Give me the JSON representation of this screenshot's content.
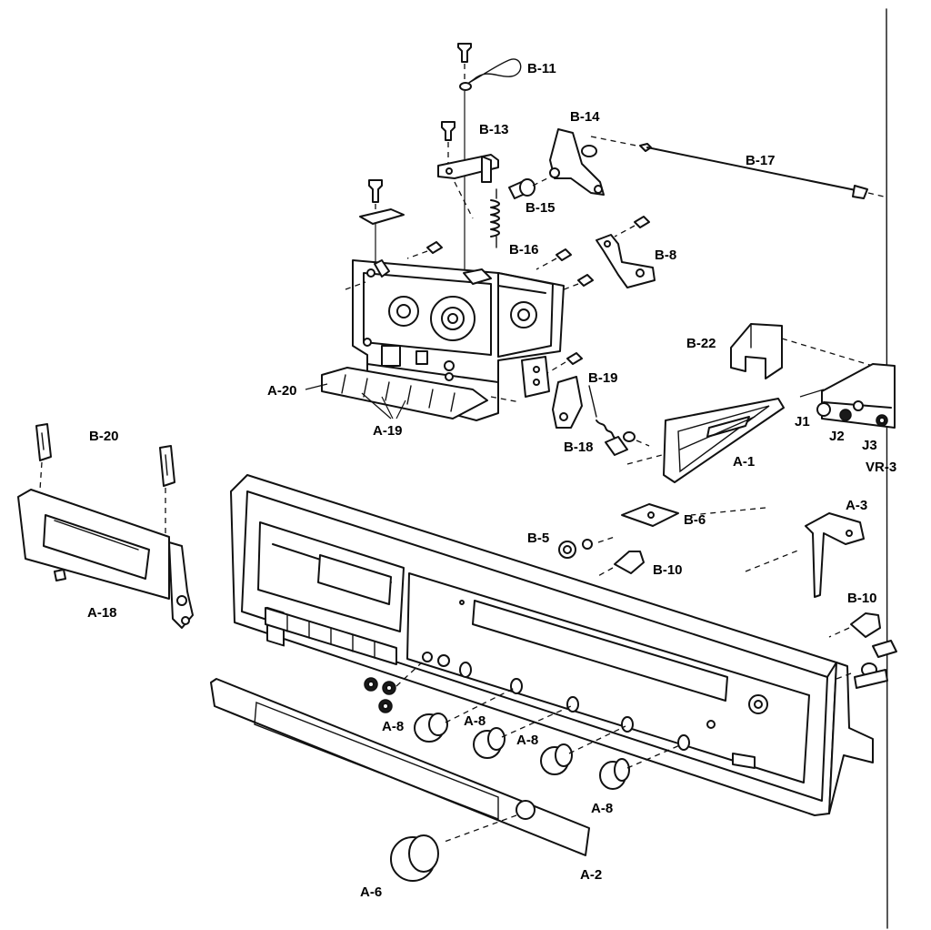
{
  "diagram": {
    "labels": {
      "b11": "B-11",
      "b13": "B-13",
      "b14": "B-14",
      "b17": "B-17",
      "b15": "B-15",
      "b16": "B-16",
      "b8": "B-8",
      "b22": "B-22",
      "b19": "B-19",
      "b18": "B-18",
      "a20": "A-20",
      "a19": "A-19",
      "b20": "B-20",
      "a18": "A-18",
      "a1": "A-1",
      "j1": "J1",
      "j2": "J2",
      "j3": "J3",
      "vr3": "VR-3",
      "b6": "B-6",
      "b5": "B-5",
      "b10a": "B-10",
      "a3": "A-3",
      "b10b": "B-10",
      "a8a": "A-8",
      "a8b": "A-8",
      "a8c": "A-8",
      "a8d": "A-8",
      "a2": "A-2",
      "a6": "A-6"
    }
  }
}
